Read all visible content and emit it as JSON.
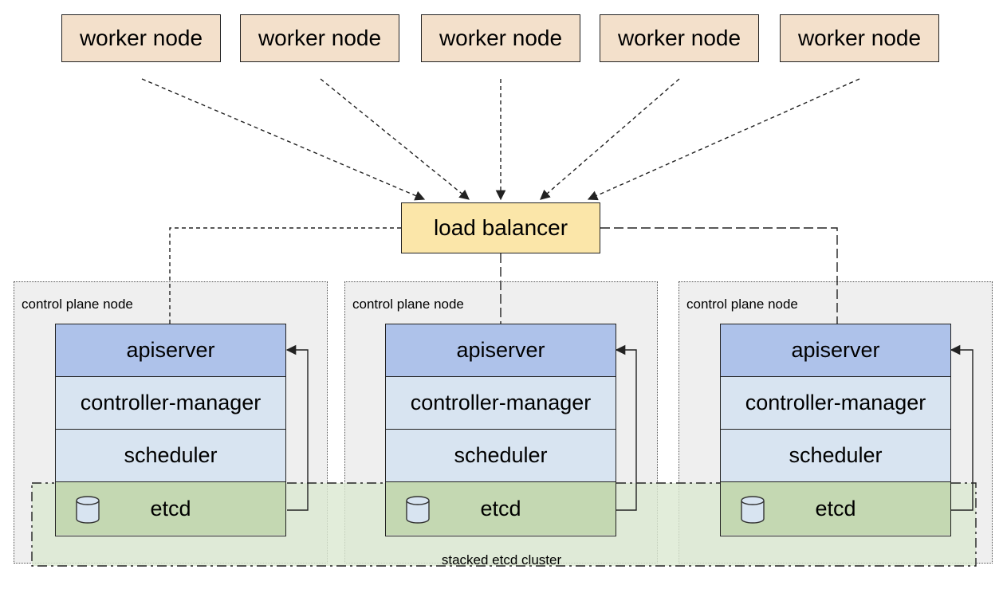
{
  "workers": [
    "worker node",
    "worker node",
    "worker node",
    "worker node",
    "worker node"
  ],
  "load_balancer": "load balancer",
  "control_plane_nodes": [
    {
      "label": "control plane node",
      "components": [
        "apiserver",
        "controller-manager",
        "scheduler",
        "etcd"
      ]
    },
    {
      "label": "control plane node",
      "components": [
        "apiserver",
        "controller-manager",
        "scheduler",
        "etcd"
      ]
    },
    {
      "label": "control plane node",
      "components": [
        "apiserver",
        "controller-manager",
        "scheduler",
        "etcd"
      ]
    }
  ],
  "etcd_cluster_label": "stacked etcd cluster",
  "icons": {
    "etcd": "database-icon"
  },
  "colors": {
    "worker_fill": "#f3e0cb",
    "load_balancer_fill": "#fbe6a9",
    "apiserver_fill": "#aec2ea",
    "component_fill": "#d8e4f1",
    "etcd_fill": "#c4d8b2",
    "control_plane_fill": "#efefef",
    "etcd_cluster_fill": "#dce9d2"
  }
}
